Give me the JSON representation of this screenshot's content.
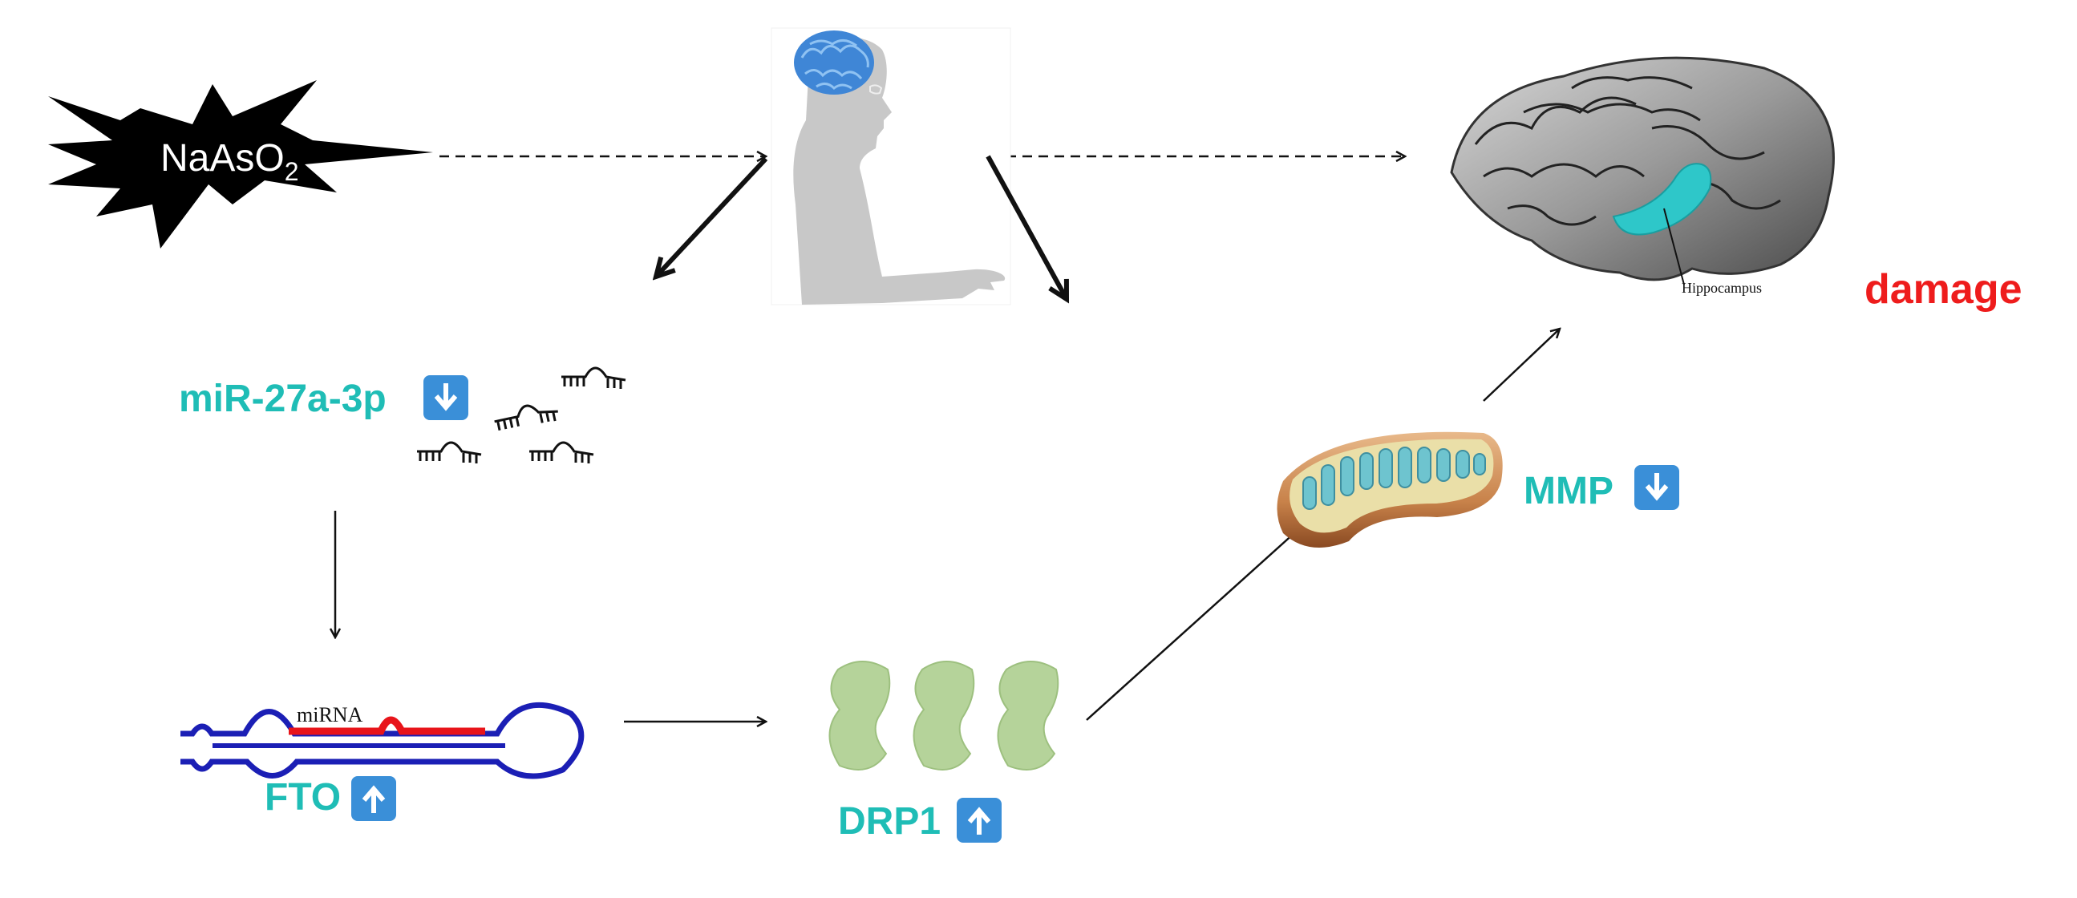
{
  "diagram": {
    "stressor": {
      "label": "NaAsO",
      "subscript": "2"
    },
    "mirna_label": "miR-27a-3p",
    "mirna_direction": "down",
    "hairpin_label": "miRNA",
    "fto_label": "FTO",
    "fto_direction": "up",
    "drp1_label": "DRP1",
    "drp1_direction": "up",
    "mmp_label": "MMP",
    "mmp_direction": "down",
    "brain_region_label": "Hippocampus",
    "outcome_label": "damage"
  },
  "colors": {
    "teal_text": "#1fbdb6",
    "red_text": "#ee1c1c",
    "arrow_badge": "#3a8fd8",
    "hairpin_red": "#e8141a",
    "hairpin_blue": "#1b1fb5",
    "protein_green": "#b5d39a",
    "silhouette_gray": "#c8c8c8",
    "brain_blue": "#3f86d6",
    "hippocampus_teal": "#2ec7c9"
  }
}
